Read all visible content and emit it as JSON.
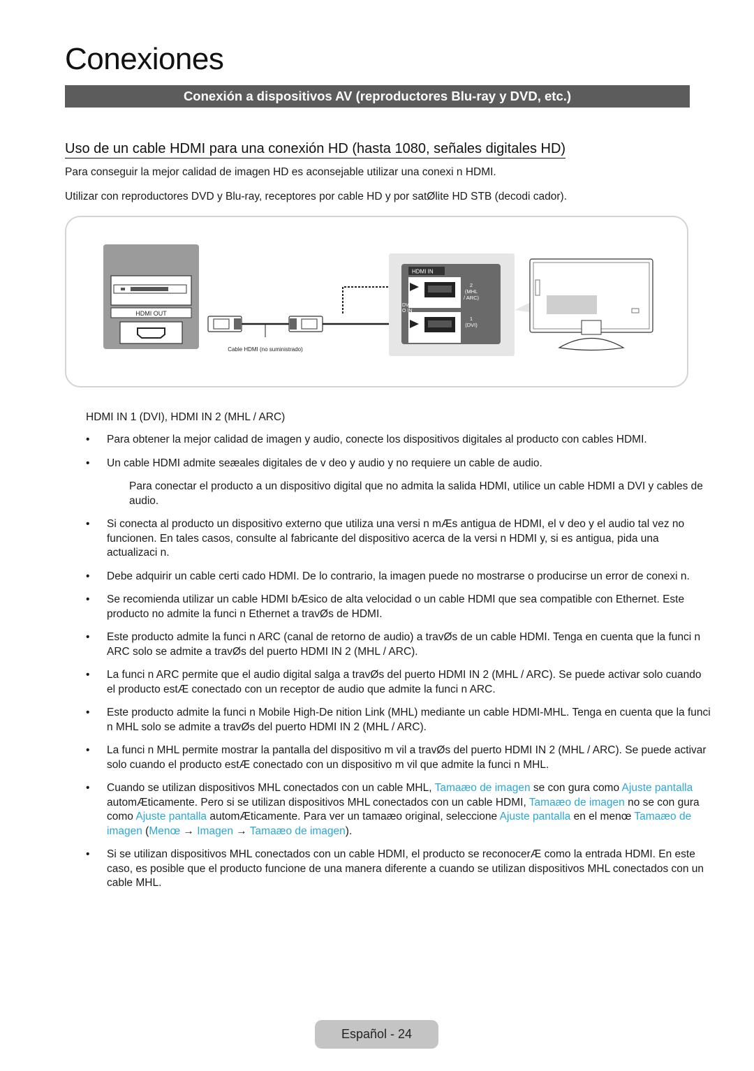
{
  "page_title": "Conexiones",
  "section_title": "Conexión a dispositivos AV (reproductores Blu-ray y DVD, etc.)",
  "subtitle": "Uso de un cable HDMI para una conexión HD (hasta 1080, señales digitales HD)",
  "intro": [
    "Para conseguir la mejor calidad de imagen HD es aconsejable utilizar una conexi n HDMI.",
    "Utilizar con reproductores DVD y Blu-ray, receptores por cable HD y por satØlite HD STB (decodi cador)."
  ],
  "diagram": {
    "source_port_label": "HDMI OUT",
    "cable_label": "Cable HDMI (no suministrado)",
    "panel_header": "HDMI IN",
    "port2_label": [
      "2",
      "(MHL",
      "/ ARC)"
    ],
    "port1_label": [
      "1",
      "(DVI)"
    ],
    "dvi_side_label": [
      "DVI",
      "O IN"
    ]
  },
  "ports_heading": "HDMI IN 1 (DVI), HDMI IN 2 (MHL / ARC)",
  "notes": {
    "n1": "Para obtener la mejor calidad de imagen y audio, conecte los dispositivos digitales al producto con cables HDMI.",
    "n2": "Un cable HDMI admite seæales digitales de v deo y audio y no requiere un cable de audio.",
    "n3": "Para conectar el producto a un dispositivo digital que no admita la salida HDMI, utilice un cable HDMI a DVI y cables de audio.",
    "n4": "Si conecta al producto un dispositivo externo que utiliza una versi n mÆs antigua de HDMI, el v deo y el audio tal vez no funcionen. En tales casos, consulte al fabricante del dispositivo acerca de la versi n HDMI y, si es antigua, pida una actualizaci n.",
    "n5": "Debe adquirir un cable certi cado HDMI. De lo contrario, la imagen puede no mostrarse o producirse un error de conexi n.",
    "n6": "Se recomienda utilizar un cable HDMI bÆsico de alta velocidad o un cable HDMI que sea compatible con Ethernet. Este producto no admite la funci n Ethernet a travØs de HDMI.",
    "n7": "Este producto admite la funci n ARC (canal de retorno de audio) a travØs de un cable HDMI. Tenga en cuenta que la funci n ARC solo se admite a travØs del puerto HDMI IN 2 (MHL / ARC).",
    "n8": "La funci n ARC permite que el audio digital salga a travØs del puerto HDMI IN 2 (MHL / ARC). Se puede activar solo cuando el producto estÆ conectado con un receptor de audio que admite la funci n ARC.",
    "n9": "Este producto admite la funci n Mobile High-De nition Link (MHL) mediante un cable HDMI-MHL. Tenga en cuenta que la funci n MHL solo se admite a travØs del puerto HDMI IN 2 (MHL / ARC).",
    "n10": "La funci n MHL permite mostrar la pantalla del dispositivo m vil a travØs del puerto HDMI IN 2 (MHL / ARC). Se puede activar solo cuando el producto estÆ conectado con un dispositivo m vil que admite la funci n MHL.",
    "n11": {
      "t1": "Cuando se utilizan dispositivos MHL conectados con un cable MHL, ",
      "l1": "Tamaæo de imagen",
      "t2": " se con gura como ",
      "l2": "Ajuste pantalla",
      "t3": " automÆticamente. Pero si se utilizan dispositivos MHL conectados con un cable HDMI, ",
      "l3": "Tamaæo de imagen",
      "t4": " no se con gura como ",
      "l4": "Ajuste pantalla",
      "t5": " automÆticamente. Para ver un tamaæo original, seleccione ",
      "l5": "Ajuste pantalla",
      "t6": " en el menœ ",
      "l6": "Tamaæo de imagen",
      "t7": " (",
      "l7": "Menœ",
      "t8": " → ",
      "l8": "Imagen",
      "t9": " → ",
      "l9": "Tamaæo de imagen",
      "t10": ")."
    },
    "n12": "Si se utilizan dispositivos MHL conectados con un cable HDMI, el producto se reconocerÆ como la entrada HDMI. En este caso, es posible que el producto funcione de una manera diferente a cuando se utilizan dispositivos MHL conectados con un cable MHL."
  },
  "bullet_symbol": "•",
  "footer": "Español - 24",
  "colors": {
    "section_bar": "#5c5c5c",
    "link": "#2aa7d8",
    "footer_pill": "#c4c4c4"
  }
}
